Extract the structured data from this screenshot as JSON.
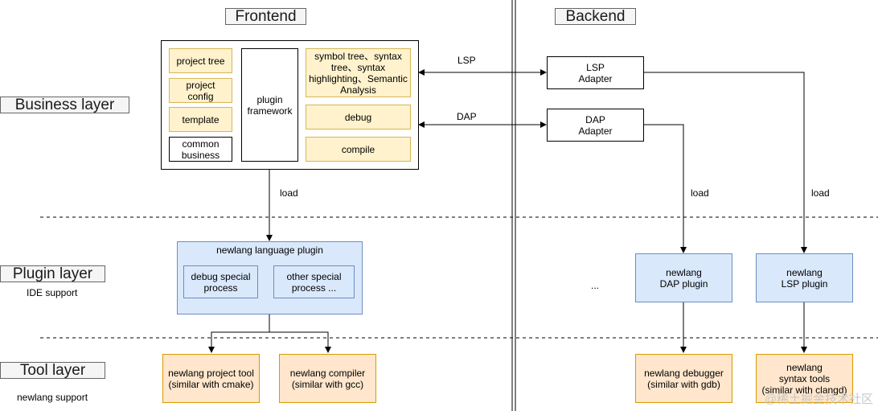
{
  "sections": {
    "frontend": "Frontend",
    "backend": "Backend"
  },
  "layers": {
    "business": "Business layer",
    "plugin": "Plugin layer",
    "plugin_note": "IDE support",
    "tool": "Tool layer",
    "tool_note": "newlang support"
  },
  "frontend": {
    "project_tree": "project tree",
    "project_config": "project config",
    "template": "template",
    "common_business": "common\nbusiness",
    "plugin_framework": "plugin\nframework",
    "symbol_tree": "symbol tree、syntax\ntree、syntax\nhighlighting、Semantic\nAnalysis",
    "debug": "debug",
    "compile": "compile"
  },
  "backend": {
    "lsp_adapter": "LSP\nAdapter",
    "dap_adapter": "DAP\nAdapter"
  },
  "connectors": {
    "lsp": "LSP",
    "dap": "DAP",
    "load_frontend": "load",
    "load_dap": "load",
    "load_lsp": "load"
  },
  "plugins": {
    "language_plugin": "newlang language plugin",
    "debug_special": "debug special\nprocess",
    "other_special": "other special\nprocess ...",
    "ellipsis": "...",
    "dap_plugin": "newlang\nDAP plugin",
    "lsp_plugin": "newlang\nLSP plugin"
  },
  "tools": {
    "project_tool": "newlang project tool\n(similar with cmake)",
    "compiler": "newlang compiler\n(similar with gcc)",
    "debugger": "newlang debugger\n(similar with gdb)",
    "syntax_tools": "newlang\nsyntax tools\n(similar with clangd)"
  },
  "watermark": "@稀土掘金技术社区",
  "colors": {
    "yellow_fill": "#fff2cc",
    "yellow_stroke": "#d6b656",
    "orange_fill": "#ffe6cc",
    "orange_stroke": "#d79b00",
    "blue_fill": "#dae8fc",
    "blue_stroke": "#6c8ebf",
    "title_fill": "#f5f5f5",
    "title_stroke": "#666666"
  }
}
